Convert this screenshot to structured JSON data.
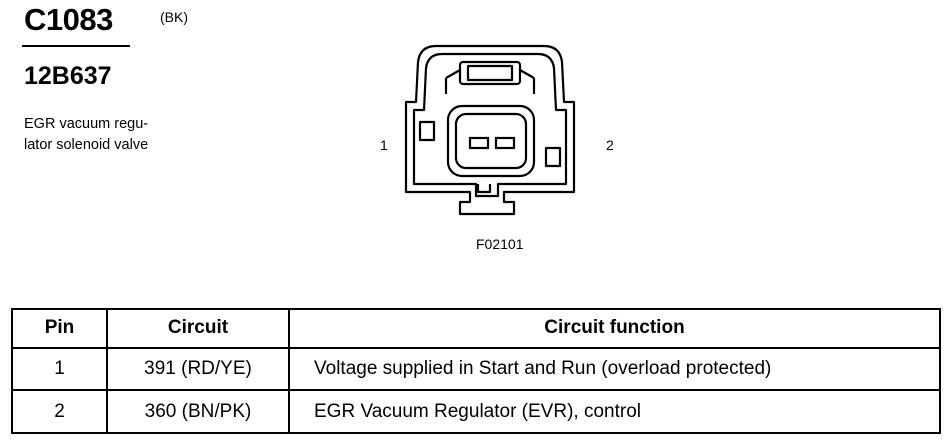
{
  "header": {
    "connector_id": "C1083",
    "color_code": "(BK)",
    "part_number": "12B637",
    "description": "EGR vacuum regu-\nlator solenoid valve"
  },
  "diagram": {
    "pin_left": "1",
    "pin_right": "2",
    "figure_id": "F02101"
  },
  "table": {
    "headers": [
      "Pin",
      "Circuit",
      "Circuit function"
    ],
    "rows": [
      {
        "pin": "1",
        "circuit": "391 (RD/YE)",
        "function": "Voltage supplied in Start and Run (overload protected)"
      },
      {
        "pin": "2",
        "circuit": "360 (BN/PK)",
        "function": "EGR Vacuum Regulator (EVR), control"
      }
    ]
  }
}
